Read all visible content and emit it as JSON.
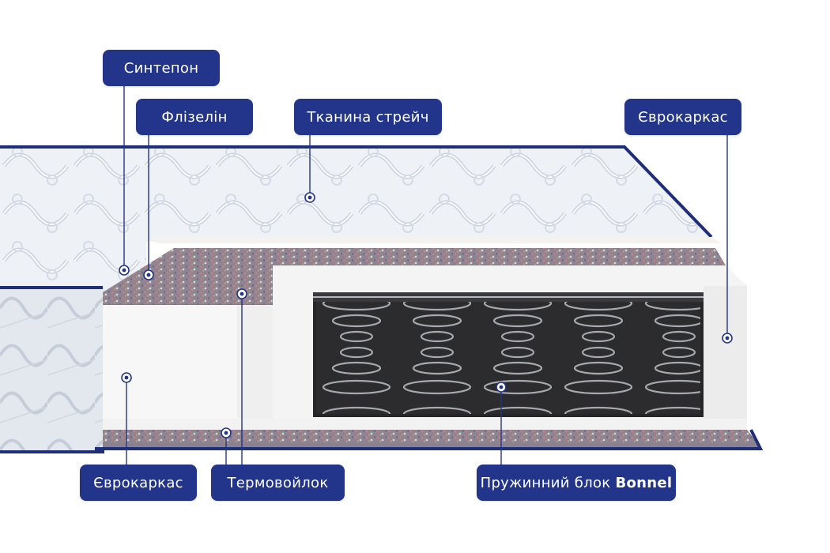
{
  "labels": {
    "sintepon": "Синтепон",
    "flizelin": "Флізелін",
    "tkanyna": "Тканина стрейч",
    "eurokarkas_right": "Єврокаркас",
    "eurokarkas_left": "Єврокаркас",
    "termovoilok": "Термовойлок",
    "spring_block_prefix": "Пружинний блок",
    "spring_block_name": "Bonnel"
  },
  "colors": {
    "label_bg": "#23358a",
    "label_text": "#ffffff",
    "piping": "#1f2e7a"
  }
}
